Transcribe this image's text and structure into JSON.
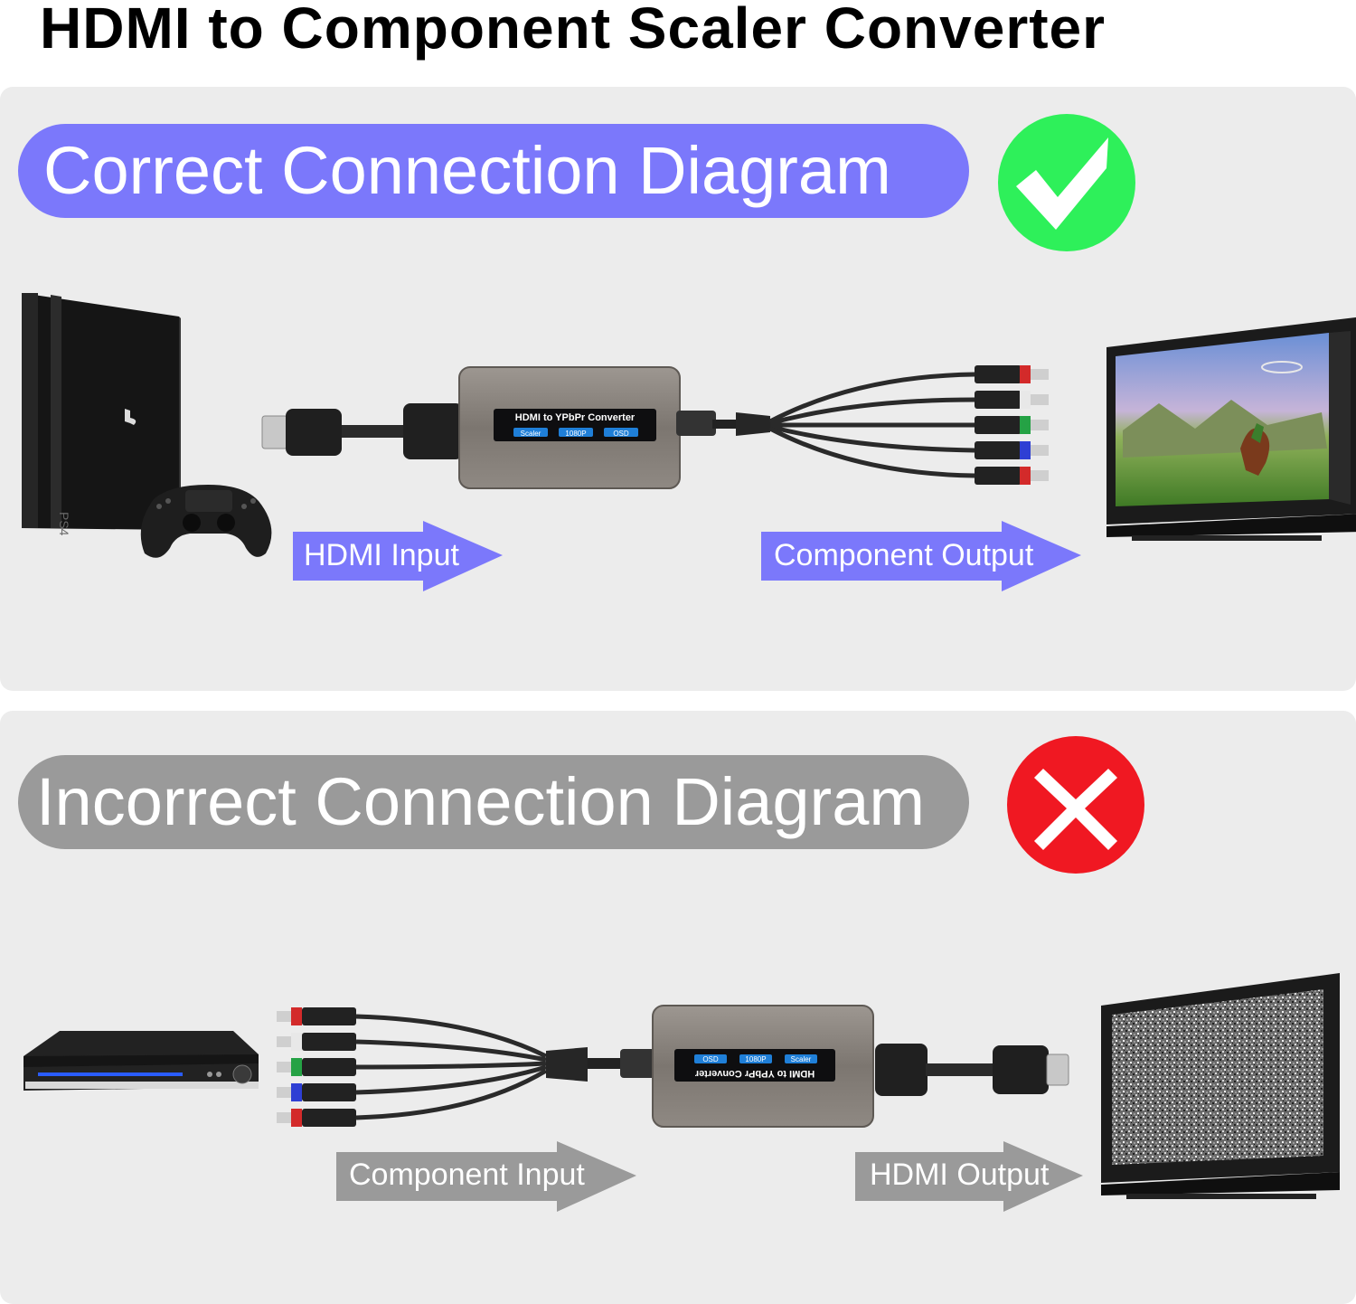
{
  "title": "HDMI to Component Scaler Converter",
  "correct": {
    "heading": "Correct Connection Diagram",
    "badge": "checkmark-icon",
    "source_device": "PS4",
    "converter": {
      "name": "HDMI to YPbPr Converter",
      "tags": [
        "Scaler",
        "1080P",
        "OSD"
      ]
    },
    "input_arrow": "HDMI Input",
    "output_arrow": "Component Output"
  },
  "incorrect": {
    "heading": "Incorrect Connection Diagram",
    "badge": "cross-icon",
    "converter": {
      "name": "HDMI to YPbPr Converter",
      "tags": [
        "OSD",
        "1080P",
        "Scaler"
      ]
    },
    "input_arrow": "Component Input",
    "output_arrow": "HDMI Output"
  },
  "colors": {
    "accent_purple": "#7b78fb",
    "muted_gray": "#9a9a9a",
    "check_green": "#2ef05a",
    "cross_red": "#f01822",
    "panel_bg": "#ececec"
  }
}
